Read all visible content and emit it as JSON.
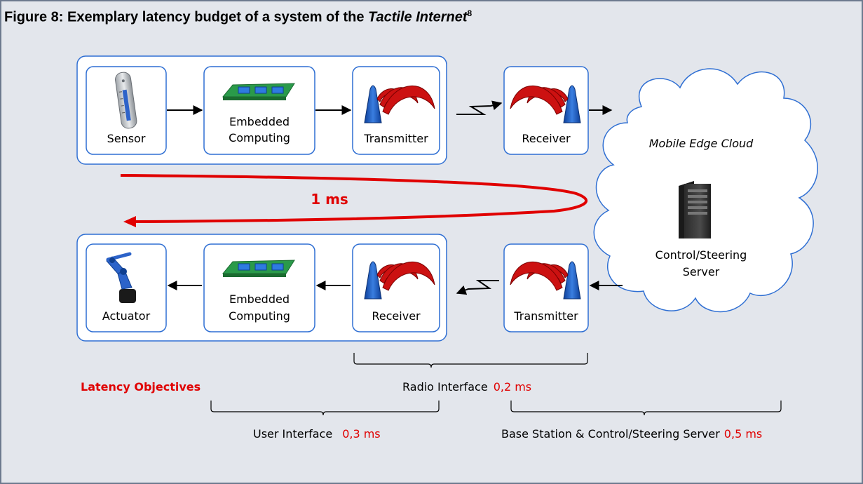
{
  "figure": {
    "title_prefix": "Figure 8: Exemplary latency budget of a system of the ",
    "title_emph": "Tactile Internet",
    "title_sup": "8"
  },
  "uplink": {
    "sensor": "Sensor",
    "embedded_line1": "Embedded",
    "embedded_line2": "Computing",
    "transmitter": "Transmitter",
    "receiver": "Receiver"
  },
  "cloud": {
    "name": "Mobile Edge Cloud",
    "server_line1": "Control/Steering",
    "server_line2": "Server"
  },
  "roundtrip": {
    "label": "1 ms"
  },
  "downlink": {
    "actuator": "Actuator",
    "embedded_line1": "Embedded",
    "embedded_line2": "Computing",
    "receiver": "Receiver",
    "transmitter": "Transmitter"
  },
  "objectives": {
    "heading": "Latency Objectives",
    "radio_label": "Radio Interface",
    "radio_value": "0,2 ms",
    "user_label": "User Interface",
    "user_value": "0,3 ms",
    "base_label": "Base Station & Control/Steering Server",
    "base_value": "0,5 ms"
  },
  "colors": {
    "accent": "#e00000",
    "box_border": "#2f6fd3",
    "chip": "#2a9a4a"
  }
}
